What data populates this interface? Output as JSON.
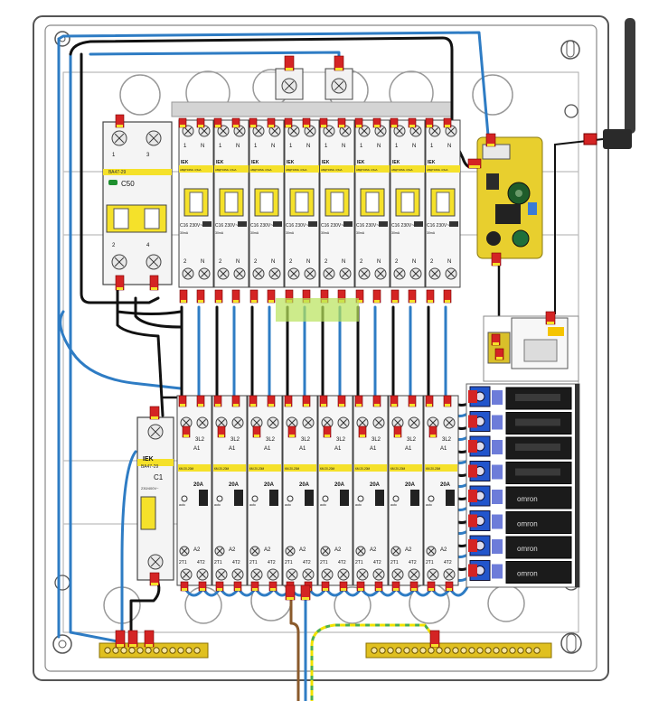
{
  "enclosure": {
    "rcbo_count": 8,
    "relay_count": 8,
    "contactor_count": 8
  },
  "main_breaker": {
    "brand": "IEK",
    "model": "ВА47-29",
    "rating": "C50",
    "top_terminals": [
      "1",
      "3"
    ],
    "bottom_terminals": [
      "2",
      "4"
    ]
  },
  "rcbo": {
    "brand": "IEK",
    "model": "АВДТ32ML 4,5кА",
    "rating": "C16 230V~",
    "sensitivity": "30mA",
    "top_terminals": [
      "1",
      "N"
    ],
    "bottom_terminals": [
      "2",
      "N"
    ]
  },
  "small_breaker": {
    "brand": "IEK",
    "model": "ВА47-29",
    "rating": "C1",
    "voltage": "230/400V~"
  },
  "contactor": {
    "brand": "IEK",
    "model": "КМ 20-20М",
    "current": "20A",
    "top_labels": [
      "A1",
      "3L2"
    ],
    "bottom_labels": [
      "A2",
      "2T1",
      "4T2"
    ],
    "mode_label": "auto"
  },
  "relay": {
    "brand": "omron"
  },
  "colors": {
    "phase_wire": "#111111",
    "neutral_wire": "#2e7cc4",
    "earth_wire_green": "#4caf50",
    "earth_wire_yellow": "#f2e200",
    "incoming_phase": "#8a5a2b",
    "accent_yellow": "#f5e12a",
    "ferrule_red": "#d42424",
    "pcb_yellow": "#e8cf2e",
    "din_rail": "#bfbfbf",
    "relay_dark": "#1b1b1b"
  }
}
